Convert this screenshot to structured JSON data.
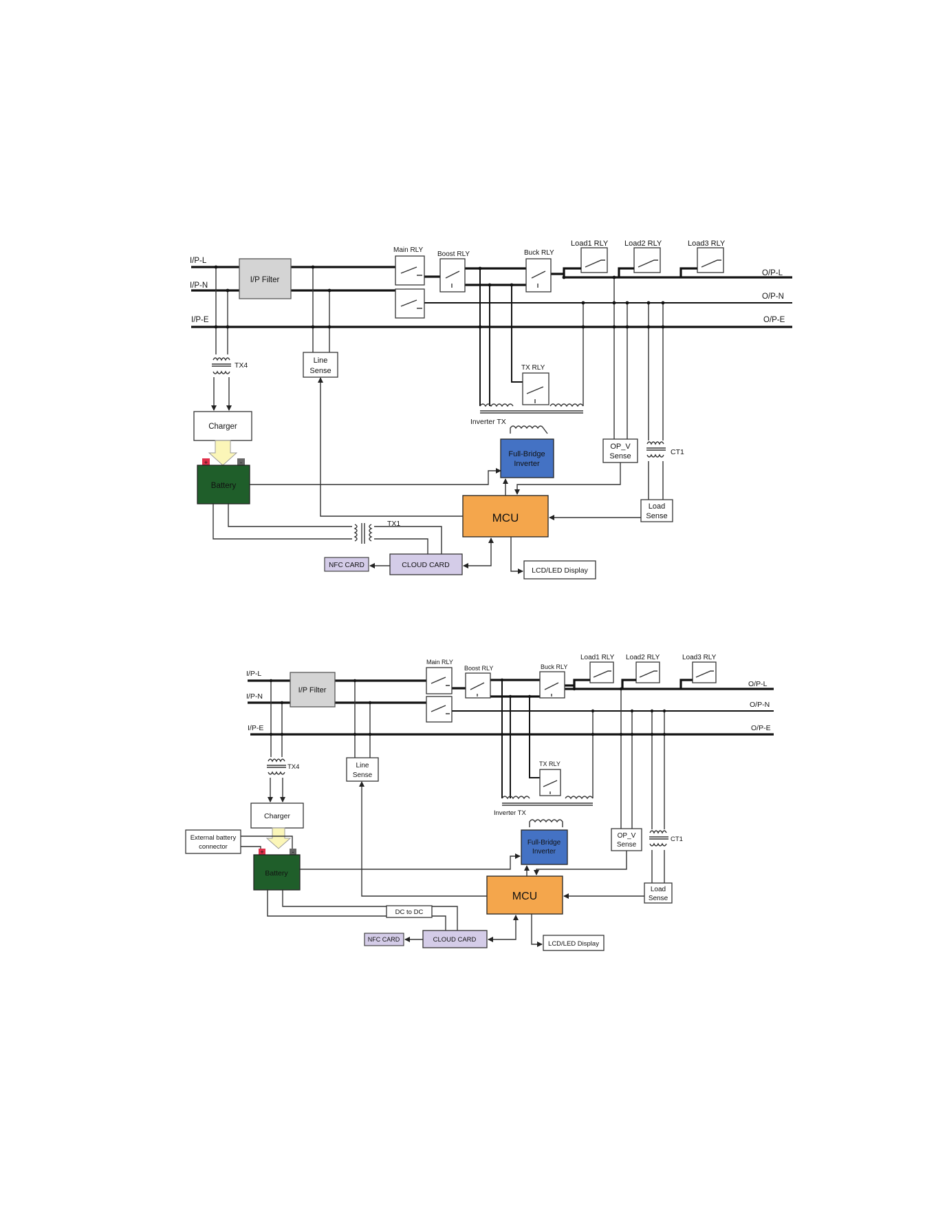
{
  "diagrams": [
    {
      "labels": {
        "ip_l": "I/P-L",
        "ip_n": "I/P-N",
        "ip_e": "I/P-E",
        "op_l": "O/P-L",
        "op_n": "O/P-N",
        "op_e": "O/P-E",
        "ip_filter": "I/P Filter",
        "main_rly": "Main RLY",
        "boost_rly": "Boost RLY",
        "buck_rly": "Buck RLY",
        "load1_rly": "Load1 RLY",
        "load2_rly": "Load2 RLY",
        "load3_rly": "Load3 RLY",
        "tx4": "TX4",
        "line_sense_1": "Line",
        "line_sense_2": "Sense",
        "tx_rly": "TX RLY",
        "inverter_tx": "Inverter TX",
        "charger": "Charger",
        "battery": "Battery",
        "full_bridge_1": "Full-Bridge",
        "full_bridge_2": "Inverter",
        "op_v_sense_1": "OP_V",
        "op_v_sense_2": "Sense",
        "ct1": "CT1",
        "load_sense_1": "Load",
        "load_sense_2": "Sense",
        "mcu": "MCU",
        "tx1": "TX1",
        "nfc_card": "NFC CARD",
        "cloud_card": "CLOUD CARD",
        "lcd_display": "LCD/LED Display"
      }
    },
    {
      "labels": {
        "ip_l": "I/P-L",
        "ip_n": "I/P-N",
        "ip_e": "I/P-E",
        "op_l": "O/P-L",
        "op_n": "O/P-N",
        "op_e": "O/P-E",
        "ip_filter": "I/P Filter",
        "main_rly": "Main RLY",
        "boost_rly": "Boost RLY",
        "buck_rly": "Buck RLY",
        "load1_rly": "Load1 RLY",
        "load2_rly": "Load2 RLY",
        "load3_rly": "Load3 RLY",
        "tx4": "TX4",
        "line_sense_1": "Line",
        "line_sense_2": "Sense",
        "tx_rly": "TX RLY",
        "inverter_tx": "Inverter TX",
        "charger": "Charger",
        "battery": "Battery",
        "ext_batt_1": "External battery",
        "ext_batt_2": "connector",
        "full_bridge_1": "Full-Bridge",
        "full_bridge_2": "Inverter",
        "op_v_sense_1": "OP_V",
        "op_v_sense_2": "Sense",
        "ct1": "CT1",
        "load_sense_1": "Load",
        "load_sense_2": "Sense",
        "mcu": "MCU",
        "dc_to_dc": "DC to DC",
        "nfc_card": "NFC CARD",
        "cloud_card": "CLOUD CARD",
        "lcd_display": "LCD/LED Display"
      }
    }
  ],
  "colors": {
    "ip_filter": "#d4d4d4",
    "battery": "#1f5e2a",
    "mcu": "#f4a64c",
    "full_bridge": "#4472c4",
    "card": "#d4cce8",
    "battery_plus": "#e0304a",
    "battery_minus": "#666666",
    "charge_arrow": "#fbf6b8"
  }
}
